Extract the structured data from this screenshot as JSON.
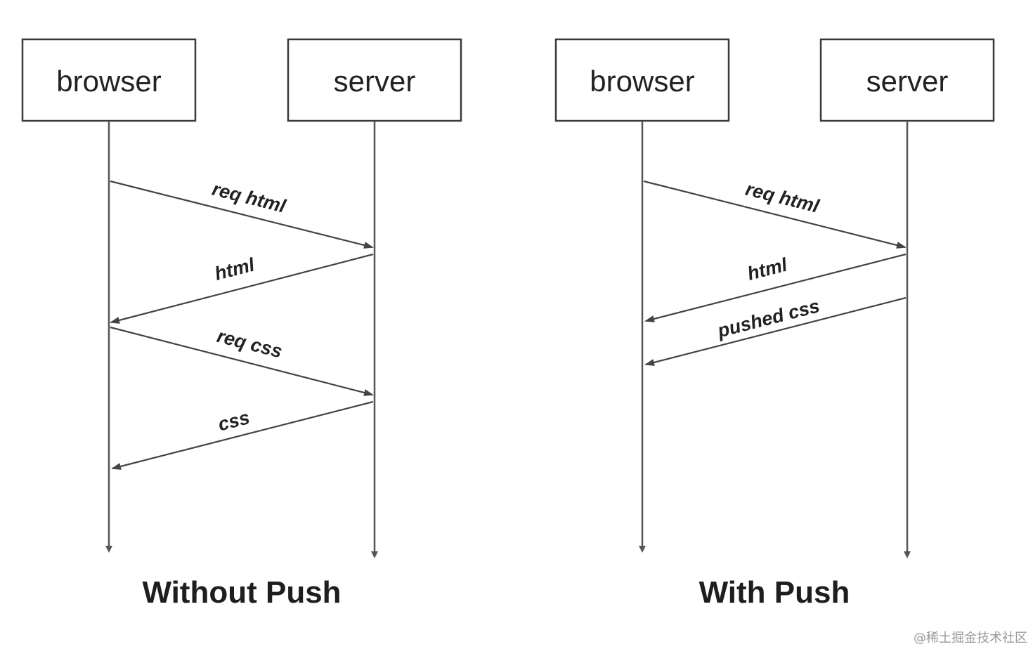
{
  "diagrams": [
    {
      "caption": "Without Push",
      "participants": [
        "browser",
        "server"
      ],
      "messages": [
        {
          "label": "req html",
          "from": "browser",
          "to": "server"
        },
        {
          "label": "html",
          "from": "server",
          "to": "browser"
        },
        {
          "label": "req css",
          "from": "browser",
          "to": "server"
        },
        {
          "label": "css",
          "from": "server",
          "to": "browser"
        }
      ]
    },
    {
      "caption": "With Push",
      "participants": [
        "browser",
        "server"
      ],
      "messages": [
        {
          "label": "req html",
          "from": "browser",
          "to": "server"
        },
        {
          "label": "html",
          "from": "server",
          "to": "browser"
        },
        {
          "label": "pushed css",
          "from": "server",
          "to": "browser"
        }
      ]
    }
  ],
  "watermark": "@稀土掘金技术社区",
  "colors": {
    "stroke": "#444444",
    "text": "#222222",
    "background": "#ffffff"
  }
}
